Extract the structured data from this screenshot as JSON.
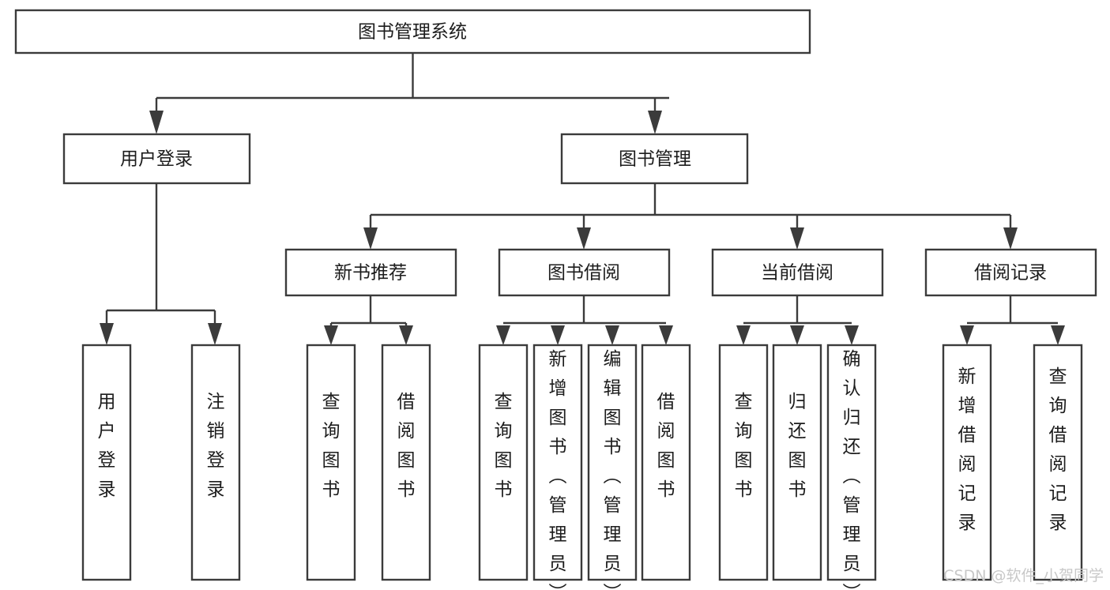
{
  "diagram": {
    "title": "图书管理系统",
    "type": "tree-hierarchy-chart",
    "root": {
      "id": "root",
      "label": "图书管理系统"
    },
    "level2": [
      {
        "id": "user-login",
        "label": "用户登录"
      },
      {
        "id": "book-management",
        "label": "图书管理"
      }
    ],
    "level3": [
      {
        "id": "new-book-recommend",
        "label": "新书推荐",
        "parent": "book-management"
      },
      {
        "id": "book-borrow",
        "label": "图书借阅",
        "parent": "book-management"
      },
      {
        "id": "current-borrow",
        "label": "当前借阅",
        "parent": "book-management"
      },
      {
        "id": "borrow-record",
        "label": "借阅记录",
        "parent": "book-management"
      }
    ],
    "leaves": [
      {
        "id": "leaf-user-login",
        "label": "用户登录",
        "parent": "user-login"
      },
      {
        "id": "leaf-logout-login",
        "label": "注销登录",
        "parent": "user-login"
      },
      {
        "id": "leaf-query-book-1",
        "label": "查询图书",
        "parent": "new-book-recommend"
      },
      {
        "id": "leaf-borrow-book-1",
        "label": "借阅图书",
        "parent": "new-book-recommend"
      },
      {
        "id": "leaf-query-book-2",
        "label": "查询图书",
        "parent": "book-borrow"
      },
      {
        "id": "leaf-add-book",
        "label": "新增图书（管理员）",
        "parent": "book-borrow"
      },
      {
        "id": "leaf-edit-book",
        "label": "编辑图书（管理员）",
        "parent": "book-borrow"
      },
      {
        "id": "leaf-borrow-book-2",
        "label": "借阅图书",
        "parent": "book-borrow"
      },
      {
        "id": "leaf-query-book-3",
        "label": "查询图书",
        "parent": "current-borrow"
      },
      {
        "id": "leaf-return-book",
        "label": "归还图书",
        "parent": "current-borrow"
      },
      {
        "id": "leaf-confirm-return",
        "label": "确认归还（管理员）",
        "parent": "current-borrow"
      },
      {
        "id": "leaf-add-borrow-record",
        "label": "新增借阅记录",
        "parent": "borrow-record"
      },
      {
        "id": "leaf-query-borrow-record",
        "label": "查询借阅记录",
        "parent": "borrow-record"
      }
    ]
  },
  "watermark": {
    "text": "CSDN @软件_小贺同学"
  },
  "colors": {
    "box_stroke": "#3b3b3b",
    "box_fill": "#ffffff",
    "text": "#1c1c1c",
    "background": "#ffffff",
    "watermark": "#c8c8c8"
  }
}
